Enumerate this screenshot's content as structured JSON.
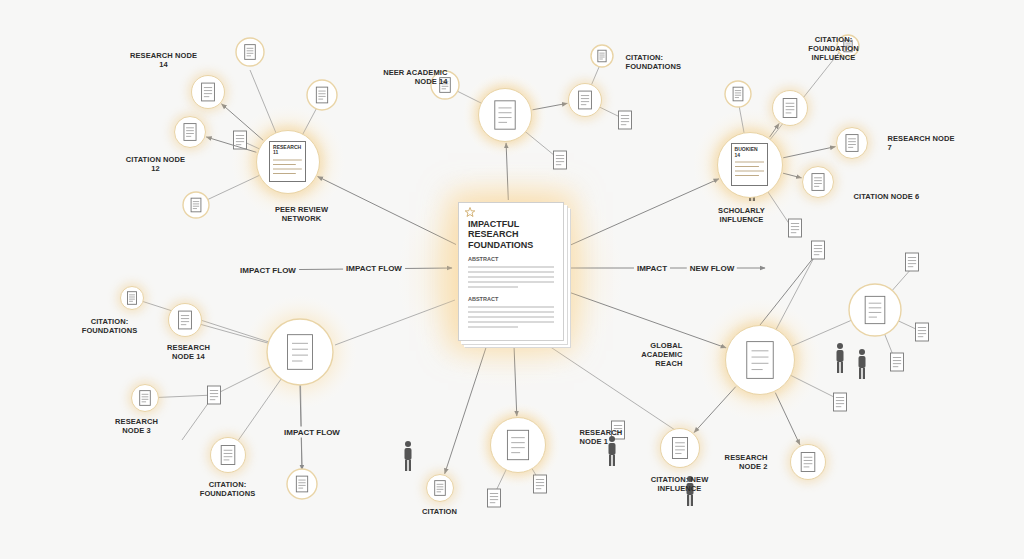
{
  "diagram": {
    "nodes": [
      {
        "text": [
          "IMPACTFUL RESEARCH FOUNDATIONS",
          "ABSTRACT",
          "ABSTRACT"
        ]
      },
      {
        "text": [
          "RESEARCH 11",
          "PEER REVIEW NETWORK"
        ]
      },
      {
        "text": [
          "RESEARCH NODE 14"
        ]
      },
      {
        "text": [
          "CITATION NODE 12"
        ]
      },
      {
        "text": [
          "NEER ACADEMIC NODE 14"
        ]
      },
      {
        "text": [
          "CITATION: FOUNDATIONS"
        ]
      },
      {
        "text": [
          "BUOKIEN 14",
          "SCHOLARLY INFLUENCE"
        ]
      },
      {
        "text": [
          "CITATION: FOUNDATION INFLUENCE"
        ]
      },
      {
        "text": [
          "RESEARCH NODE 7"
        ]
      },
      {
        "text": [
          "CITATION NODE 6"
        ]
      },
      {
        "text": [
          "CITATION: FOUNDATIONS"
        ]
      },
      {
        "text": [
          "RESEARCH NODE 14"
        ]
      },
      {
        "text": [
          "RESEARCH NODE 3"
        ]
      },
      {
        "text": [
          "CITATION: FOUNDATIONS"
        ]
      },
      {
        "text": [
          "CITATION"
        ]
      },
      {
        "text": [
          "RESEARCH NODE 1"
        ]
      },
      {
        "text": [
          "GLOBAL ACADEMIC REACH"
        ]
      },
      {
        "text": [
          "CITATION: NEW INFLUENCE"
        ]
      },
      {
        "text": [
          "RESEARCH NODE 2"
        ]
      }
    ],
    "edges": [
      {
        "from": 0,
        "to": 1,
        "arrow": "to"
      },
      {
        "from": 0,
        "to": 4,
        "arrow": "to"
      },
      {
        "from": 0,
        "to": 6,
        "arrow": "to"
      },
      {
        "from": 0,
        "to": 14,
        "arrow": "to"
      },
      {
        "from": 0,
        "to": 15,
        "arrow": "to"
      },
      {
        "from": 0,
        "to": 16,
        "arrow": "to"
      },
      {
        "from": 1,
        "to": 2,
        "arrow": "to"
      },
      {
        "from": 1,
        "to": 3,
        "arrow": "to"
      },
      {
        "from": 4,
        "to": 5,
        "arrow": "to"
      },
      {
        "from": 6,
        "to": 7,
        "arrow": "to"
      },
      {
        "from": 6,
        "to": 8,
        "arrow": "to"
      },
      {
        "from": 6,
        "to": 9,
        "arrow": "to"
      },
      {
        "from": 16,
        "to": 17,
        "arrow": "to"
      },
      {
        "from": 16,
        "to": 18,
        "arrow": "to"
      }
    ],
    "labels": [
      "IMPACT FLOW",
      "IMPACT FLOW",
      "IMPACT",
      "NEW FLOW",
      "IMPACT FLOW"
    ]
  }
}
